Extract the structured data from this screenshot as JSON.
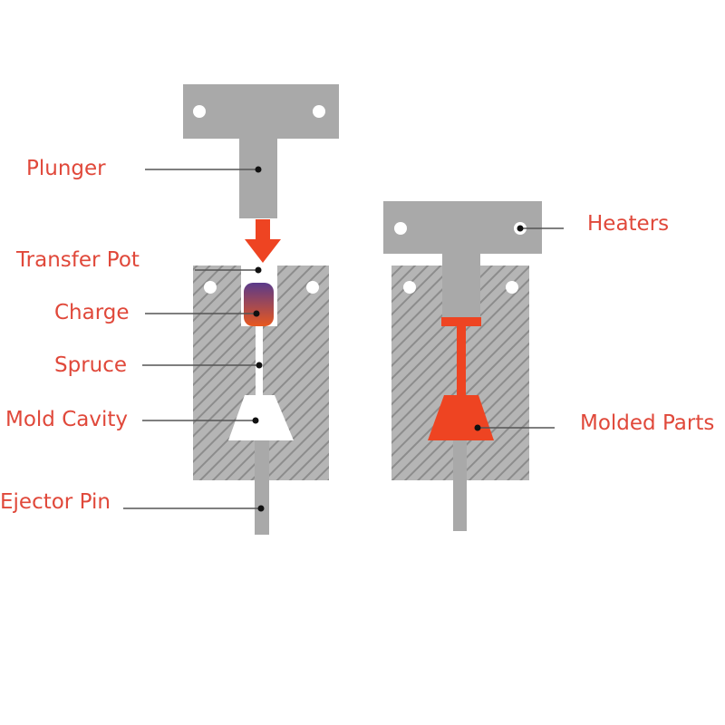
{
  "labels": {
    "plunger": "Plunger",
    "transfer_pot": "Transfer Pot",
    "charge": "Charge",
    "spruce": "Spruce",
    "mold_cavity": "Mold Cavity",
    "ejector_pin": "Ejector Pin",
    "heaters": "Heaters",
    "molded_parts": "Molded Parts"
  },
  "colors": {
    "label": "#e0483a",
    "accent": "#ee4422",
    "steel": "#a9a9a9",
    "steel_dark": "#555555",
    "mold_hatch": "#8c8c8c",
    "charge_top": "#5a3a8a",
    "charge_bottom": "#e8581f"
  }
}
